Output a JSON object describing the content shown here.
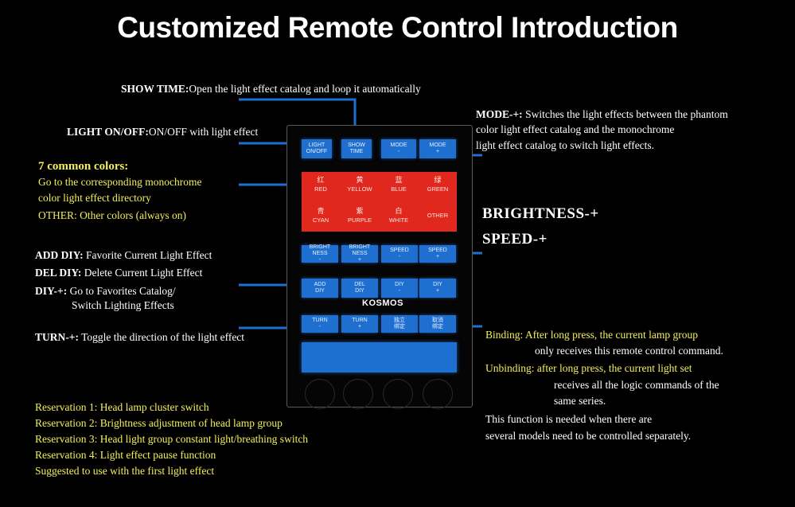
{
  "title": "Customized Remote Control Introduction",
  "annotations": {
    "show_time": {
      "key": "SHOW TIME:",
      "text": "Open the light effect catalog and loop it automatically"
    },
    "light_onoff": {
      "key": "LIGHT ON/OFF:",
      "text": "ON/OFF with light effect"
    },
    "mode": {
      "key": "MODE-+:",
      "line1": " Switches the light effects between the phantom",
      "line2": "color light effect catalog and the monochrome",
      "line3": "light effect catalog to switch light effects."
    },
    "common_colors": {
      "heading": "7 common colors:",
      "line1": "Go to the corresponding monochrome",
      "line2": "color light effect directory",
      "line3": "OTHER: Other colors (always on)"
    },
    "brightness": "BRIGHTNESS-+",
    "speed": "SPEED-+",
    "add_diy": {
      "key": "ADD DIY:",
      "text": " Favorite Current Light Effect"
    },
    "del_diy": {
      "key": "DEL DIY:",
      "text": " Delete Current Light Effect"
    },
    "diy": {
      "key": "DIY-+:",
      "line1": " Go to Favorites Catalog/",
      "line2": "Switch Lighting Effects"
    },
    "turn": {
      "key": "TURN-+:",
      "text": " Toggle the direction of the light effect"
    },
    "binding": {
      "line1": "Binding: After long press, the current lamp group",
      "line2": "only receives this remote control command.",
      "line3": "Unbinding: after long press, the current light set",
      "line4": "receives all the logic commands of the",
      "line5": "same series.",
      "line6": "This function is needed when there are",
      "line7": "several models need to be controlled separately."
    },
    "reservations": [
      "Reservation 1: Head lamp cluster switch",
      "Reservation 2: Brightness adjustment of head lamp group",
      "Reservation 3: Head light group constant light/breathing switch",
      "Reservation 4: Light effect pause function",
      "Suggested to use with the first light effect"
    ]
  },
  "remote": {
    "row1": [
      {
        "l1": "LIGHT",
        "l2": "ON/OFF"
      },
      {
        "l1": "SHOW",
        "l2": "TIME"
      },
      {
        "l1": "MODE",
        "l2": "-"
      },
      {
        "l1": "MODE",
        "l2": "+"
      }
    ],
    "colors": [
      {
        "cn": "红",
        "en": "RED"
      },
      {
        "cn": "黄",
        "en": "YELLOW"
      },
      {
        "cn": "蓝",
        "en": "BLUE"
      },
      {
        "cn": "绿",
        "en": "GREEN"
      },
      {
        "cn": "青",
        "en": "CYAN"
      },
      {
        "cn": "紫",
        "en": "PURPLE"
      },
      {
        "cn": "白",
        "en": "WHITE"
      },
      {
        "cn": "",
        "en": "OTHER"
      }
    ],
    "row3": [
      {
        "l1": "BRIGHT",
        "l2": "NESS",
        "l3": "-"
      },
      {
        "l1": "BRIGHT",
        "l2": "NESS",
        "l3": "+"
      },
      {
        "l1": "SPEED",
        "l2": "-",
        "l3": ""
      },
      {
        "l1": "SPEED",
        "l2": "+",
        "l3": ""
      }
    ],
    "row4": [
      {
        "l1": "ADD",
        "l2": "DIY"
      },
      {
        "l1": "DEL",
        "l2": "DIY"
      },
      {
        "l1": "DIY",
        "l2": "-"
      },
      {
        "l1": "DIY",
        "l2": "+"
      }
    ],
    "logo": "KOSMOS",
    "row5": [
      {
        "l1": "TURN",
        "l2": "-"
      },
      {
        "l1": "TURN",
        "l2": "+"
      },
      {
        "l1": "独立",
        "l2": "绑定"
      },
      {
        "l1": "取消",
        "l2": "绑定"
      }
    ]
  },
  "colors": {
    "accent": "#1f6fd0",
    "red_panel": "#e0281e",
    "yellow_text": "#f3f05a"
  }
}
